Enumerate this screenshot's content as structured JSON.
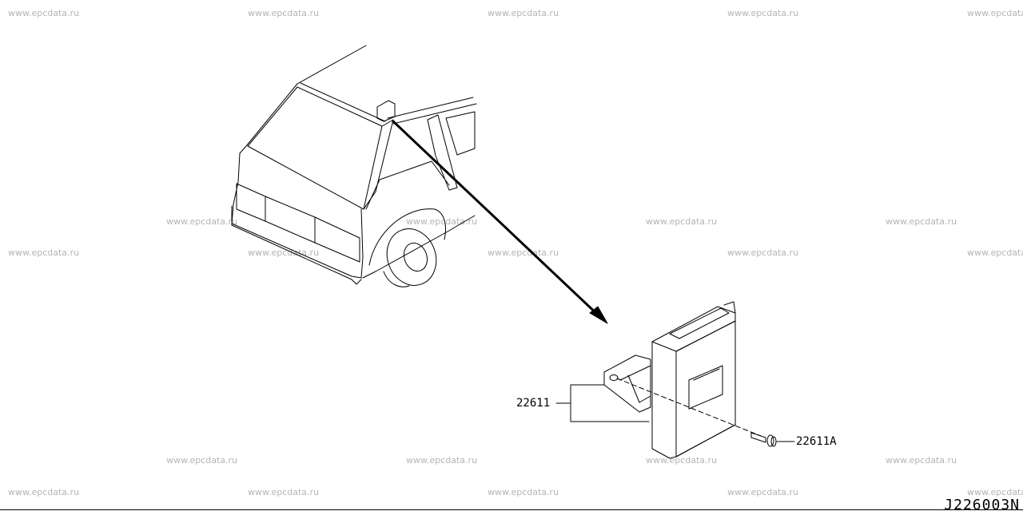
{
  "watermark": "www.epcdata.ru",
  "callouts": {
    "control_unit_part_no": "22611",
    "screw_part_no": "22611A"
  },
  "diagram_code": "J226003N",
  "colors": {
    "line": "#000000",
    "watermark": "#b4b4b4",
    "background": "#ffffff"
  }
}
